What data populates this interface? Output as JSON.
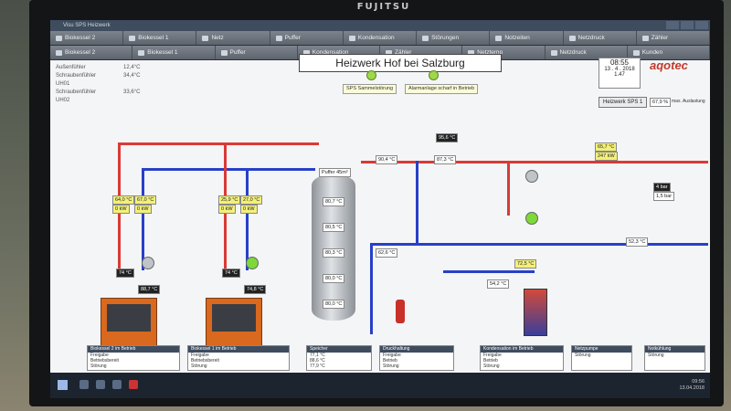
{
  "monitor": {
    "brand": "FUJITSU"
  },
  "window": {
    "title": "Visu SPS Heizwerk"
  },
  "nav": {
    "row1": [
      "Biokessel 2",
      "Biokessel 1",
      "Netz",
      "Puffer",
      "Kondensation",
      "Störungen",
      "Notzeiten",
      "Netzdruck",
      "Zähler"
    ],
    "row2": [
      "Biokessel 2",
      "Biokessel 1",
      "Puffer",
      "Kondensation",
      "Zähler",
      "Netztemp",
      "Netzdruck",
      "Kunden"
    ]
  },
  "plant": {
    "title": "Heizwerk Hof bei Salzburg",
    "outdoor": [
      {
        "label": "Außenfühler",
        "value": "12,4°C"
      },
      {
        "label": "Schraubenfühler UH01",
        "value": "34,4°C"
      },
      {
        "label": "Schraubenfühler UH02",
        "value": "33,6°C"
      }
    ],
    "alarm_pills": [
      "SPS Sammelstörung",
      "Alarmanlage scharf in Betrieb"
    ],
    "clock": {
      "time": "08:55",
      "date": "13 . 4 . 2018",
      "value": "1.47"
    },
    "logo": "aqotec",
    "sps_button": "Heizwerk SPS 1",
    "power": {
      "value": "67,9 %",
      "label": "max. Auslastung"
    },
    "tank_title": "Puffer 45m³",
    "tank_temps": [
      "80,7 °C",
      "80,5 °C",
      "80,3 °C",
      "80,0 °C",
      "80,0 °C"
    ],
    "boiler1": {
      "temps": [
        "25,9 °C",
        "27,0 °C",
        "0 kW",
        "0 kW"
      ],
      "flow": "74 °C",
      "flow2": "74,8 °C"
    },
    "boiler2": {
      "temps": [
        "64,0 °C",
        "67,0 °C",
        "0 kW",
        "0 kW"
      ],
      "flow": "74 °C",
      "flow2": "88,7 °C"
    },
    "main_temps": [
      "90,4 °C",
      "87,3 °C",
      "95,6 °C",
      "62,6 °C",
      "72,5 °C",
      "54,2 °C",
      "52,3 °C"
    ],
    "consumers": [
      "65,7 °C",
      "247 kW",
      "4 bar",
      "1,5 bar"
    ],
    "status": [
      {
        "title": "Biokessel 2 im Betrieb",
        "lines": [
          "Freigabe",
          "Betriebsbereit",
          "Störung"
        ]
      },
      {
        "title": "Biokessel 1 im Betrieb",
        "lines": [
          "Freigabe",
          "Betriebsbereit",
          "Störung"
        ]
      },
      {
        "title": "Speicher",
        "lines": [
          "77,1 °C",
          "88,6 °C",
          "77,9 °C"
        ]
      },
      {
        "title": "Druckhaltung",
        "lines": [
          "Freigabe",
          "Betrieb",
          "Störung"
        ]
      },
      {
        "title": "Kondensation im Betrieb",
        "lines": [
          "Freigabe",
          "Betrieb",
          "Störung"
        ]
      },
      {
        "title": "Netzpumpe",
        "lines": [
          "Störung"
        ]
      },
      {
        "title": "Notkühlung",
        "lines": [
          "Störung"
        ]
      }
    ]
  },
  "tray": {
    "time": "09:56",
    "date": "13.04.2018"
  }
}
